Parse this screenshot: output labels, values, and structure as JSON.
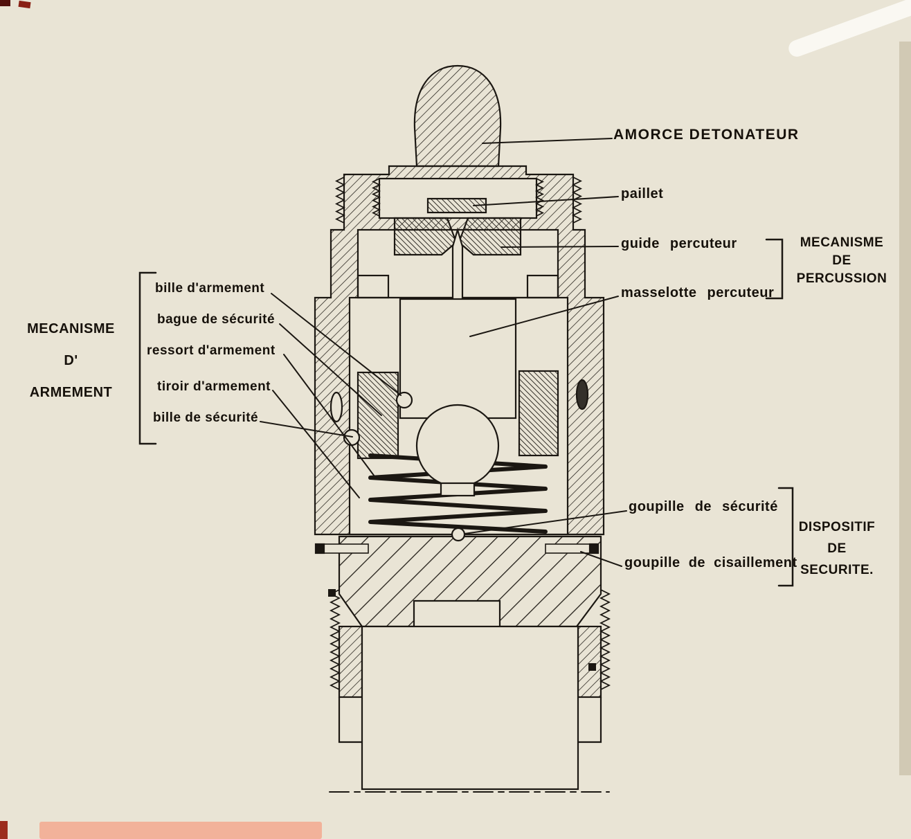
{
  "page": {
    "colors": {
      "paper": "#e9e4d5",
      "ink": "#1b1712",
      "artifact_salmon": "#f2b29a",
      "artifact_red": "#9c2c1d",
      "artifact_dark_red": "#51100c"
    }
  },
  "labels": {
    "amorce": "AMORCE DETONATEUR",
    "paillet": "paillet",
    "guide": "guide percuteur",
    "masselotte": "masselotte percuteur",
    "bille_armement": "bille d'armement",
    "bague_securite": "bague de sécurité",
    "ressort_armement": "ressort d'armement",
    "tiroir_armement": "tiroir d'armement",
    "bille_securite": "bille de sécurité",
    "goupille_securite": "goupille de sécurité",
    "goupille_cisaillement": "goupille de cisaillement"
  },
  "groups": {
    "percussion": {
      "lines": [
        "MECANISME",
        "DE",
        "PERCUSSION"
      ]
    },
    "armement": {
      "lines": [
        "MECANISME",
        "D'",
        "ARMEMENT"
      ]
    },
    "securite": {
      "lines": [
        "DISPOSITIF",
        "DE",
        "SECURITE."
      ]
    }
  }
}
